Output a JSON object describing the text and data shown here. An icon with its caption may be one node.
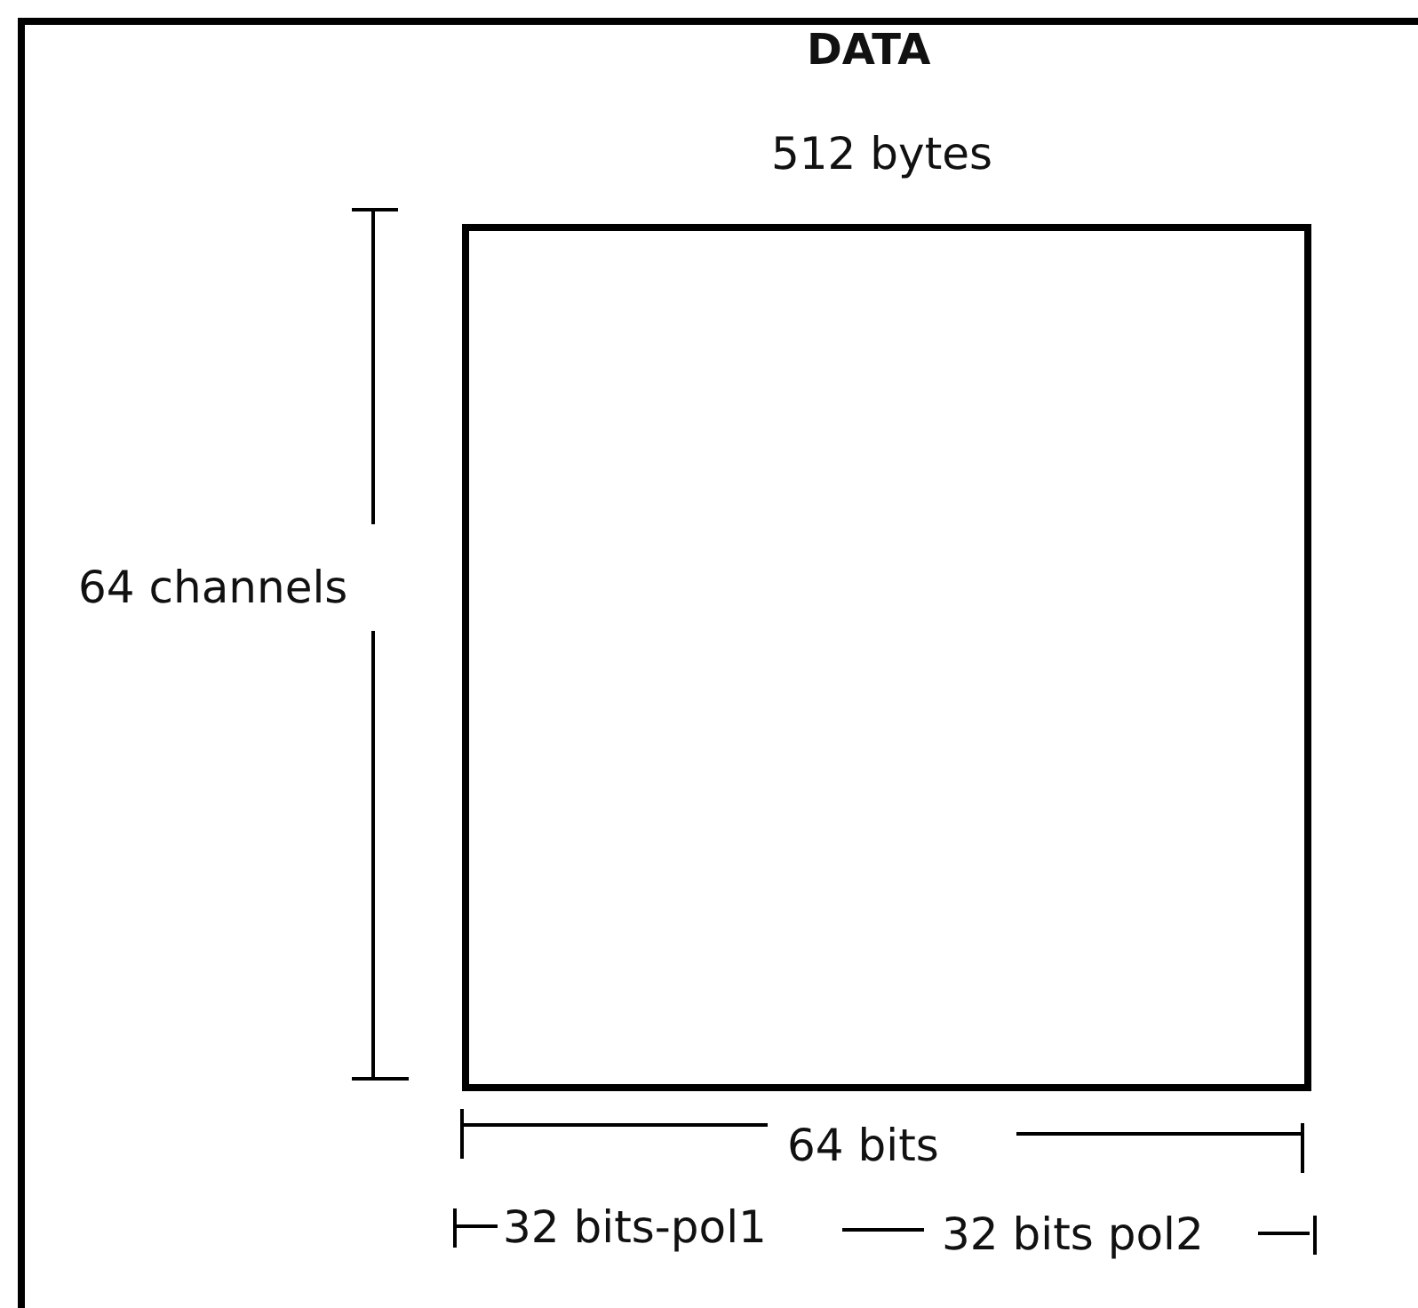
{
  "diagram": {
    "nodes": [
      {
        "text": [
          "DATA"
        ]
      },
      {
        "text": [],
        "shape": "box",
        "in": 0
      }
    ],
    "labels": [
      "512 bytes",
      "64 channels",
      "64 bits",
      "32 bits-pol1",
      "32 bits pol2"
    ]
  }
}
